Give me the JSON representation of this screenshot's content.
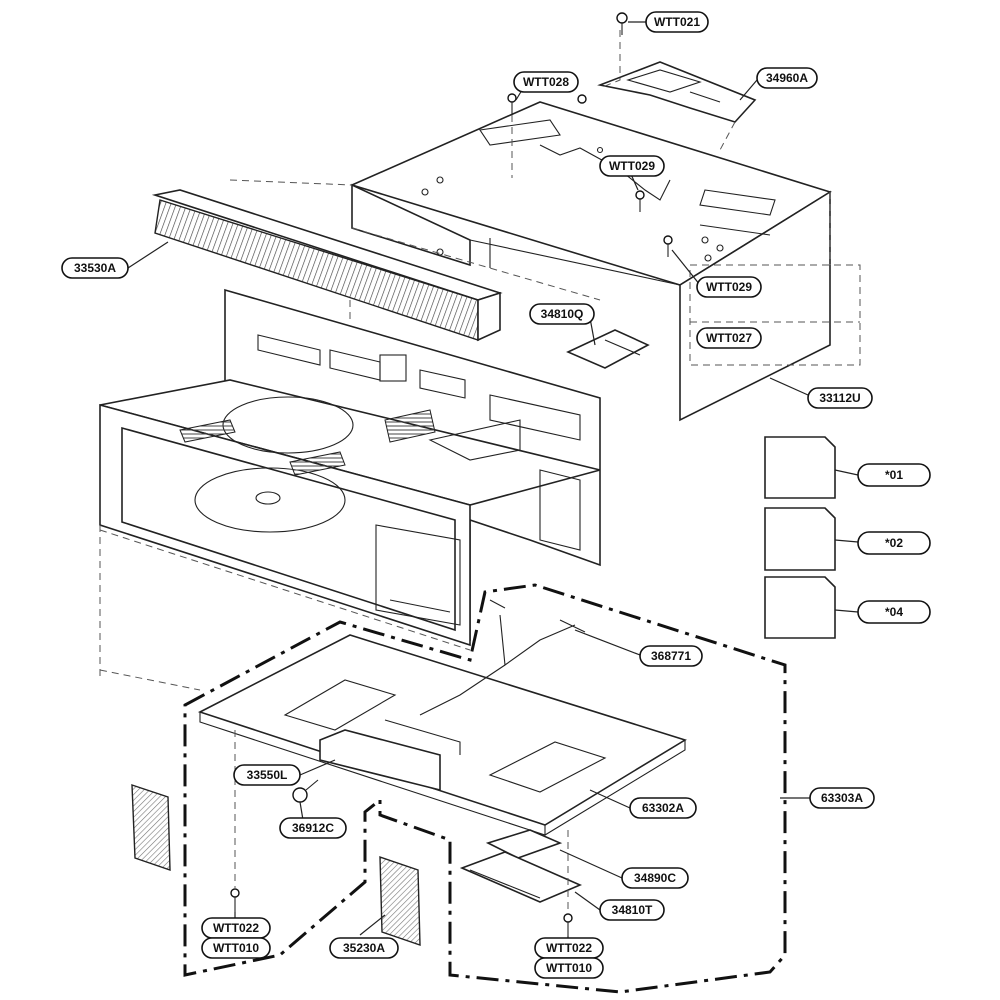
{
  "diagram": {
    "labels": [
      {
        "id": "wtt021",
        "text": "WTT021"
      },
      {
        "id": "34960a",
        "text": "34960A"
      },
      {
        "id": "wtt028",
        "text": "WTT028"
      },
      {
        "id": "wtt029a",
        "text": "WTT029"
      },
      {
        "id": "33530a",
        "text": "33530A"
      },
      {
        "id": "wtt029b",
        "text": "WTT029"
      },
      {
        "id": "34810q",
        "text": "34810Q"
      },
      {
        "id": "wtt027",
        "text": "WTT027"
      },
      {
        "id": "33112u",
        "text": "33112U"
      },
      {
        "id": "p01",
        "text": "*01"
      },
      {
        "id": "p02",
        "text": "*02"
      },
      {
        "id": "p04",
        "text": "*04"
      },
      {
        "id": "368771",
        "text": "368771"
      },
      {
        "id": "33550l",
        "text": "33550L"
      },
      {
        "id": "63302a",
        "text": "63302A"
      },
      {
        "id": "63303a",
        "text": "63303A"
      },
      {
        "id": "36912c",
        "text": "36912C"
      },
      {
        "id": "34890c",
        "text": "34890C"
      },
      {
        "id": "34810t",
        "text": "34810T"
      },
      {
        "id": "wtt022a",
        "text": "WTT022"
      },
      {
        "id": "wtt010a",
        "text": "WTT010"
      },
      {
        "id": "35230a",
        "text": "35230A"
      },
      {
        "id": "wtt022b",
        "text": "WTT022"
      },
      {
        "id": "wtt010b",
        "text": "WTT010"
      }
    ]
  }
}
